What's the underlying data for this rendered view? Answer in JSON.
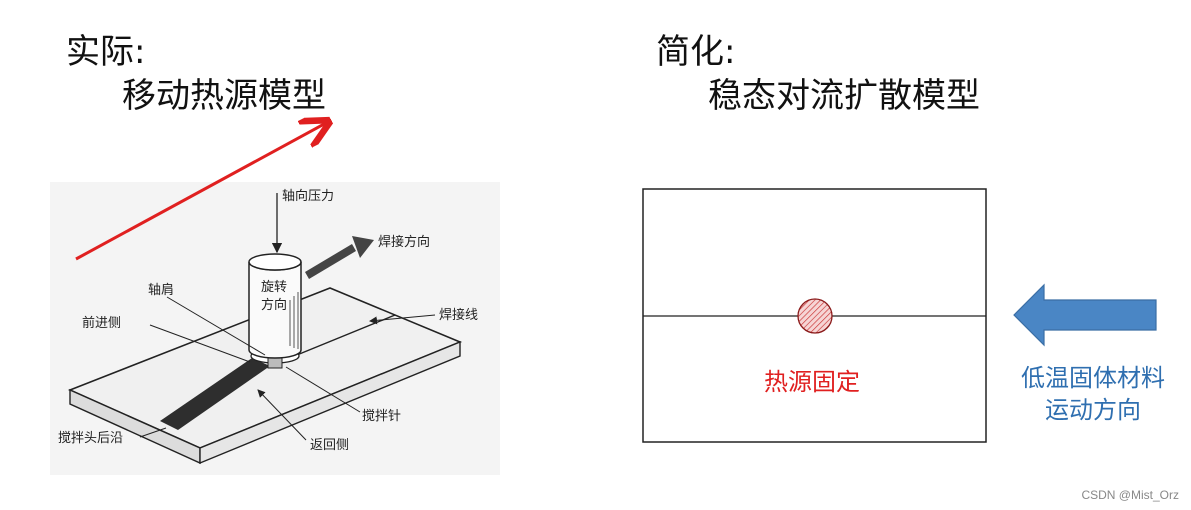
{
  "left": {
    "heading": "实际:",
    "subheading": "移动热源模型",
    "labels": {
      "axial_pressure": "轴向压力",
      "weld_direction": "焊接方向",
      "rotation_dir_1": "旋转",
      "rotation_dir_2": "方向",
      "shoulder": "轴肩",
      "advancing_side": "前进侧",
      "weld_line": "焊接线",
      "pin": "搅拌针",
      "trailing_edge": "搅拌头后沿",
      "retreating_side": "返回侧"
    }
  },
  "right": {
    "heading": "简化:",
    "subheading": "稳态对流扩散模型",
    "heat_source_label": "热源固定",
    "flow_label_line1": "低温固体材料",
    "flow_label_line2": "运动方向"
  },
  "watermark": "CSDN @Mist_Orz",
  "colors": {
    "red": "#e02020",
    "blue_arrow": "#4a86c5",
    "blue_text": "#2f6fb0"
  }
}
